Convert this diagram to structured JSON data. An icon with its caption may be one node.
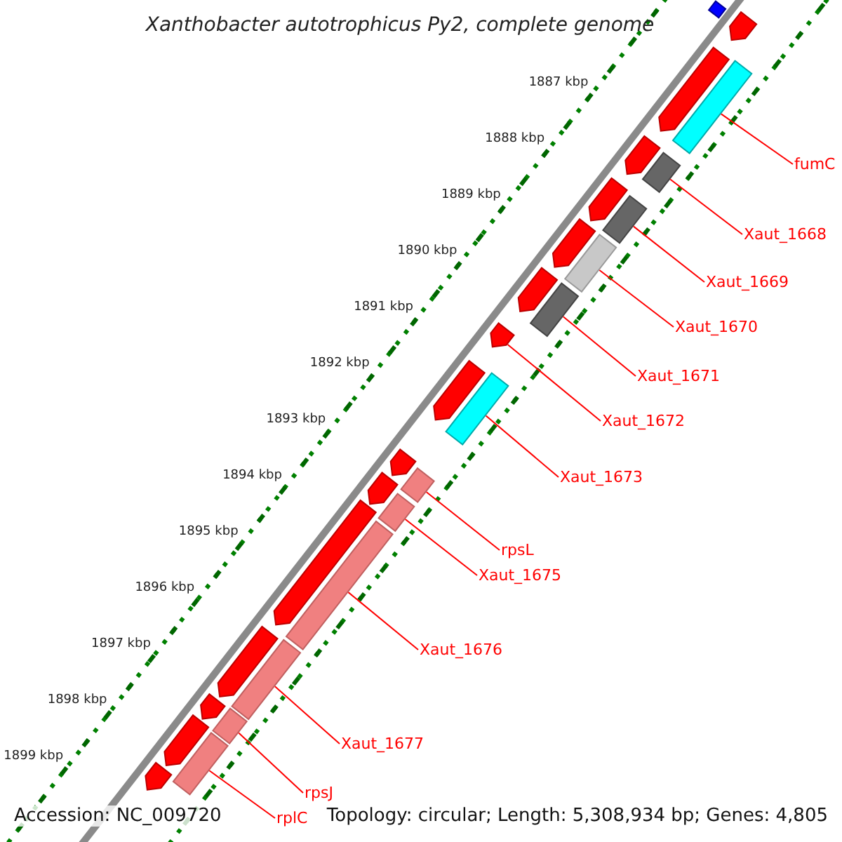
{
  "diagram": {
    "title": "Xanthobacter autotrophicus Py2, complete genome",
    "nodes": [
      {
        "text": [
          "fumC"
        ]
      },
      {
        "text": [
          "Xaut_1668"
        ]
      },
      {
        "text": [
          "Xaut_1669"
        ]
      },
      {
        "text": [
          "Xaut_1670"
        ]
      },
      {
        "text": [
          "Xaut_1671"
        ]
      },
      {
        "text": [
          "Xaut_1672"
        ]
      },
      {
        "text": [
          "Xaut_1673"
        ]
      },
      {
        "text": [
          "rpsL"
        ]
      },
      {
        "text": [
          "Xaut_1675"
        ]
      },
      {
        "text": [
          "Xaut_1676"
        ]
      },
      {
        "text": [
          "Xaut_1677"
        ]
      },
      {
        "text": [
          "rpsJ"
        ]
      },
      {
        "text": [
          "rplC"
        ]
      },
      {
        "text": [],
        "shape": "bar"
      },
      {
        "text": [],
        "shape": "pentagon"
      },
      {
        "text": [],
        "shape": "pentagon"
      },
      {
        "text": [],
        "shape": "bar"
      },
      {
        "text": [],
        "shape": "pentagon"
      },
      {
        "text": [],
        "shape": "bar"
      },
      {
        "text": [],
        "shape": "pentagon"
      },
      {
        "text": [],
        "shape": "bar"
      },
      {
        "text": [],
        "shape": "pentagon"
      },
      {
        "text": [],
        "shape": "bar"
      },
      {
        "text": [],
        "shape": "pentagon"
      },
      {
        "text": [],
        "shape": "bar"
      },
      {
        "text": [],
        "shape": "pentagon"
      },
      {
        "text": [],
        "shape": "pentagon"
      },
      {
        "text": [],
        "shape": "bar"
      },
      {
        "text": [],
        "shape": "pentagon"
      },
      {
        "text": [],
        "shape": "bar"
      },
      {
        "text": [],
        "shape": "pentagon"
      },
      {
        "text": [],
        "shape": "bar"
      },
      {
        "text": [],
        "shape": "pentagon"
      },
      {
        "text": [],
        "shape": "bar"
      },
      {
        "text": [],
        "shape": "pentagon"
      },
      {
        "text": [],
        "shape": "bar"
      },
      {
        "text": [],
        "shape": "pentagon"
      },
      {
        "text": [],
        "shape": "bar"
      },
      {
        "text": [],
        "shape": "pentagon"
      },
      {
        "text": [],
        "shape": "bar"
      },
      {
        "text": [],
        "shape": "pentagon"
      }
    ],
    "edges": [
      {
        "from": 0,
        "to": 16,
        "arrow": "none"
      },
      {
        "from": 1,
        "to": 18,
        "arrow": "none"
      },
      {
        "from": 2,
        "to": 20,
        "arrow": "none"
      },
      {
        "from": 3,
        "to": 22,
        "arrow": "none"
      },
      {
        "from": 4,
        "to": 24,
        "arrow": "none"
      },
      {
        "from": 5,
        "to": 25,
        "arrow": "none"
      },
      {
        "from": 6,
        "to": 27,
        "arrow": "none"
      },
      {
        "from": 7,
        "to": 29,
        "arrow": "none"
      },
      {
        "from": 8,
        "to": 31,
        "arrow": "none"
      },
      {
        "from": 9,
        "to": 33,
        "arrow": "none"
      },
      {
        "from": 10,
        "to": 35,
        "arrow": "none"
      },
      {
        "from": 11,
        "to": 37,
        "arrow": "none"
      },
      {
        "from": 12,
        "to": 39,
        "arrow": "none"
      }
    ],
    "labels": [
      "1887 kbp",
      "1888 kbp",
      "1889 kbp",
      "1890 kbp",
      "1891 kbp",
      "1892 kbp",
      "1893 kbp",
      "1894 kbp",
      "1895 kbp",
      "1896 kbp",
      "1897 kbp",
      "1898 kbp",
      "1899 kbp",
      "Accession: NC_009720",
      "Topology: circular; Length: 5,308,934 bp; Genes: 4,805"
    ]
  }
}
